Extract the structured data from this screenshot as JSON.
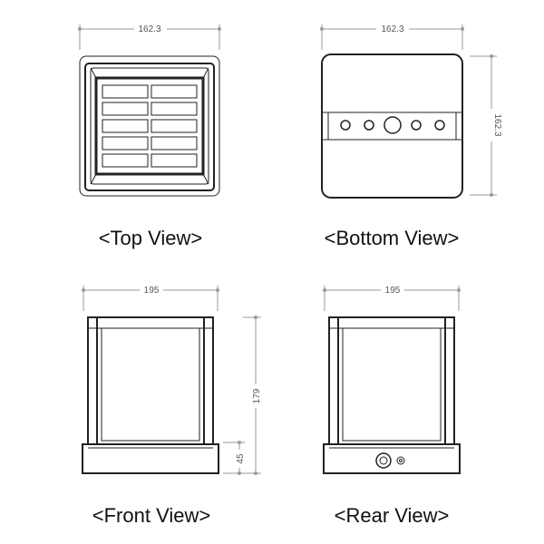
{
  "views": {
    "top": {
      "label": "<Top View>",
      "width_dim": "162.3"
    },
    "bottom": {
      "label": "<Bottom View>",
      "width_dim": "162.3",
      "height_dim": "162.3"
    },
    "front": {
      "label": "<Front View>",
      "width_dim": "195",
      "height_dim": "179",
      "base_dim": "45"
    },
    "rear": {
      "label": "<Rear View>",
      "width_dim": "195"
    }
  }
}
